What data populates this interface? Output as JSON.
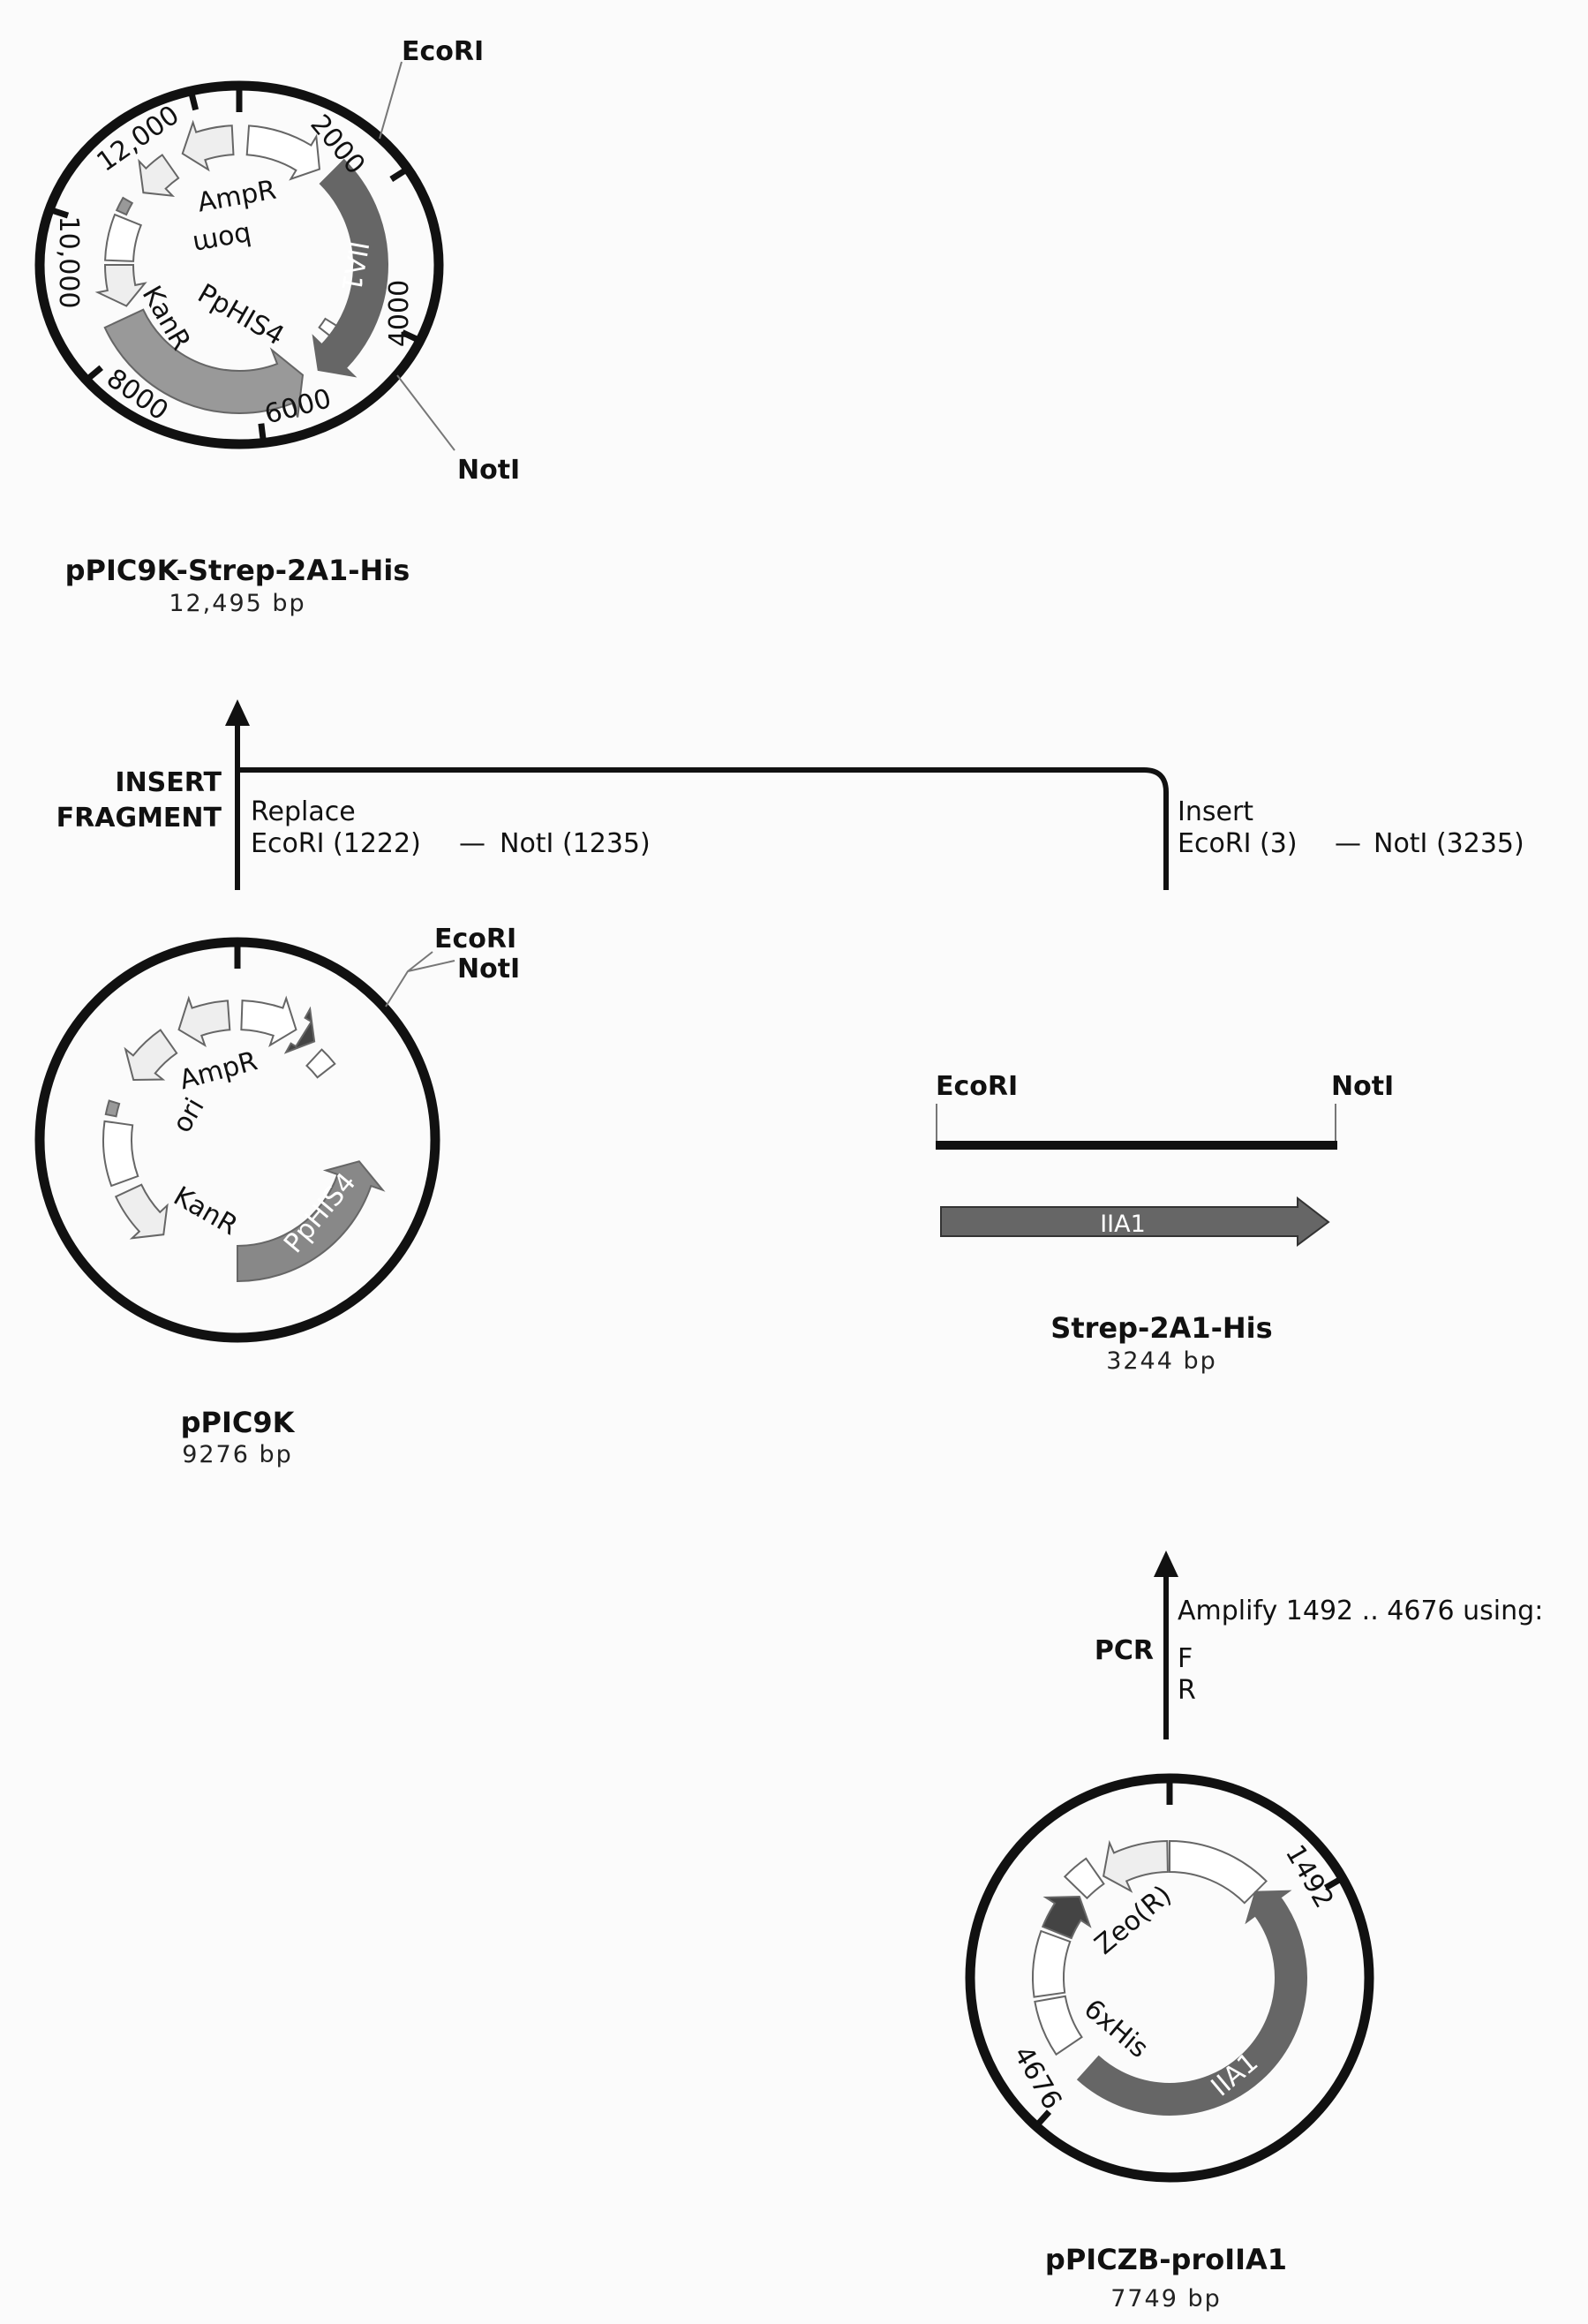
{
  "plasmid_result": {
    "name": "pPIC9K-Strep-2A1-His",
    "size": "12,495 bp",
    "sites": {
      "ecori": "EcoRI",
      "noti": "NotI"
    },
    "ticks": [
      "2000",
      "4000",
      "6000",
      "8000",
      "10,000",
      "12,000"
    ],
    "features": {
      "ampr": "AmpR",
      "bom": "bom",
      "kanr": "KanR",
      "pphis4": "PpHIS4",
      "iia1": "IIA1"
    }
  },
  "insert_step": {
    "label_line1": "INSERT",
    "label_line2": "FRAGMENT",
    "replace_title": "Replace",
    "replace_ecori": "EcoRI (1222)",
    "replace_dash": "—",
    "replace_noti": "NotI (1235)",
    "insert_title": "Insert",
    "insert_ecori": "EcoRI (3)",
    "insert_dash": "—",
    "insert_noti": "NotI (3235)"
  },
  "plasmid_vector": {
    "name": "pPIC9K",
    "size": "9276 bp",
    "sites": {
      "ecori": "EcoRI",
      "noti": "NotI"
    },
    "features": {
      "ampr": "AmpR",
      "ori": "ori",
      "kanr": "KanR",
      "pphis4": "PpHIS4"
    }
  },
  "fragment": {
    "name": "Strep-2A1-His",
    "size": "3244 bp",
    "left_site": "EcoRI",
    "right_site": "NotI",
    "feature": "IIA1"
  },
  "pcr_step": {
    "label": "PCR",
    "amplify": "Amplify 1492 .. 4676 using:",
    "forward": "F",
    "reverse": "R"
  },
  "plasmid_template": {
    "name": "pPICZB-proIIA1",
    "size": "7749 bp",
    "ticks": [
      "1492",
      "4676"
    ],
    "features": {
      "zeo": "Zeo(R)",
      "his": "6xHis",
      "iia1": "IIA1"
    }
  }
}
